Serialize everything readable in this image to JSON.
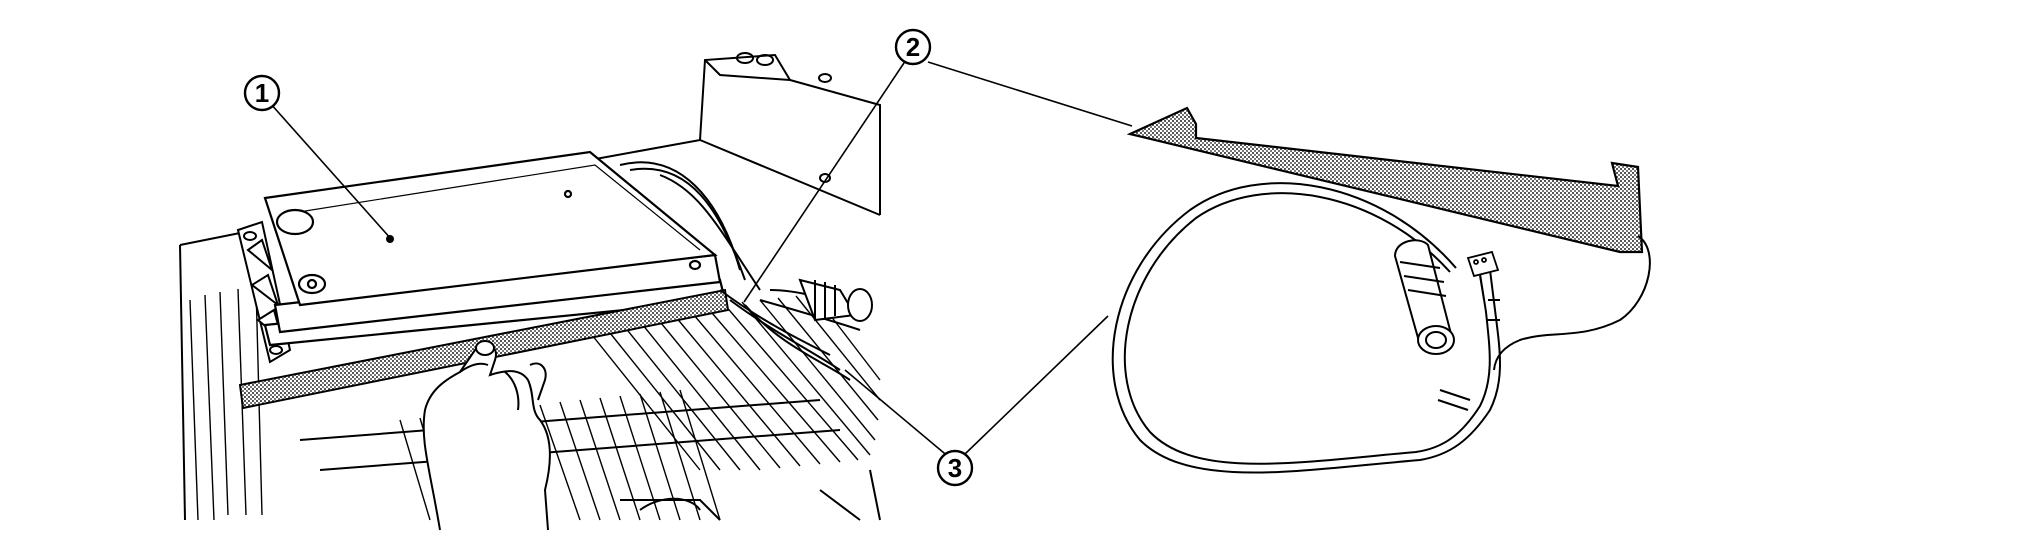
{
  "figure": {
    "callouts": [
      {
        "number": "1"
      },
      {
        "number": "2"
      },
      {
        "number": "3"
      }
    ],
    "colors": {
      "line": "#000000",
      "background": "#ffffff",
      "foam_tape": "#9a9a9a"
    }
  }
}
